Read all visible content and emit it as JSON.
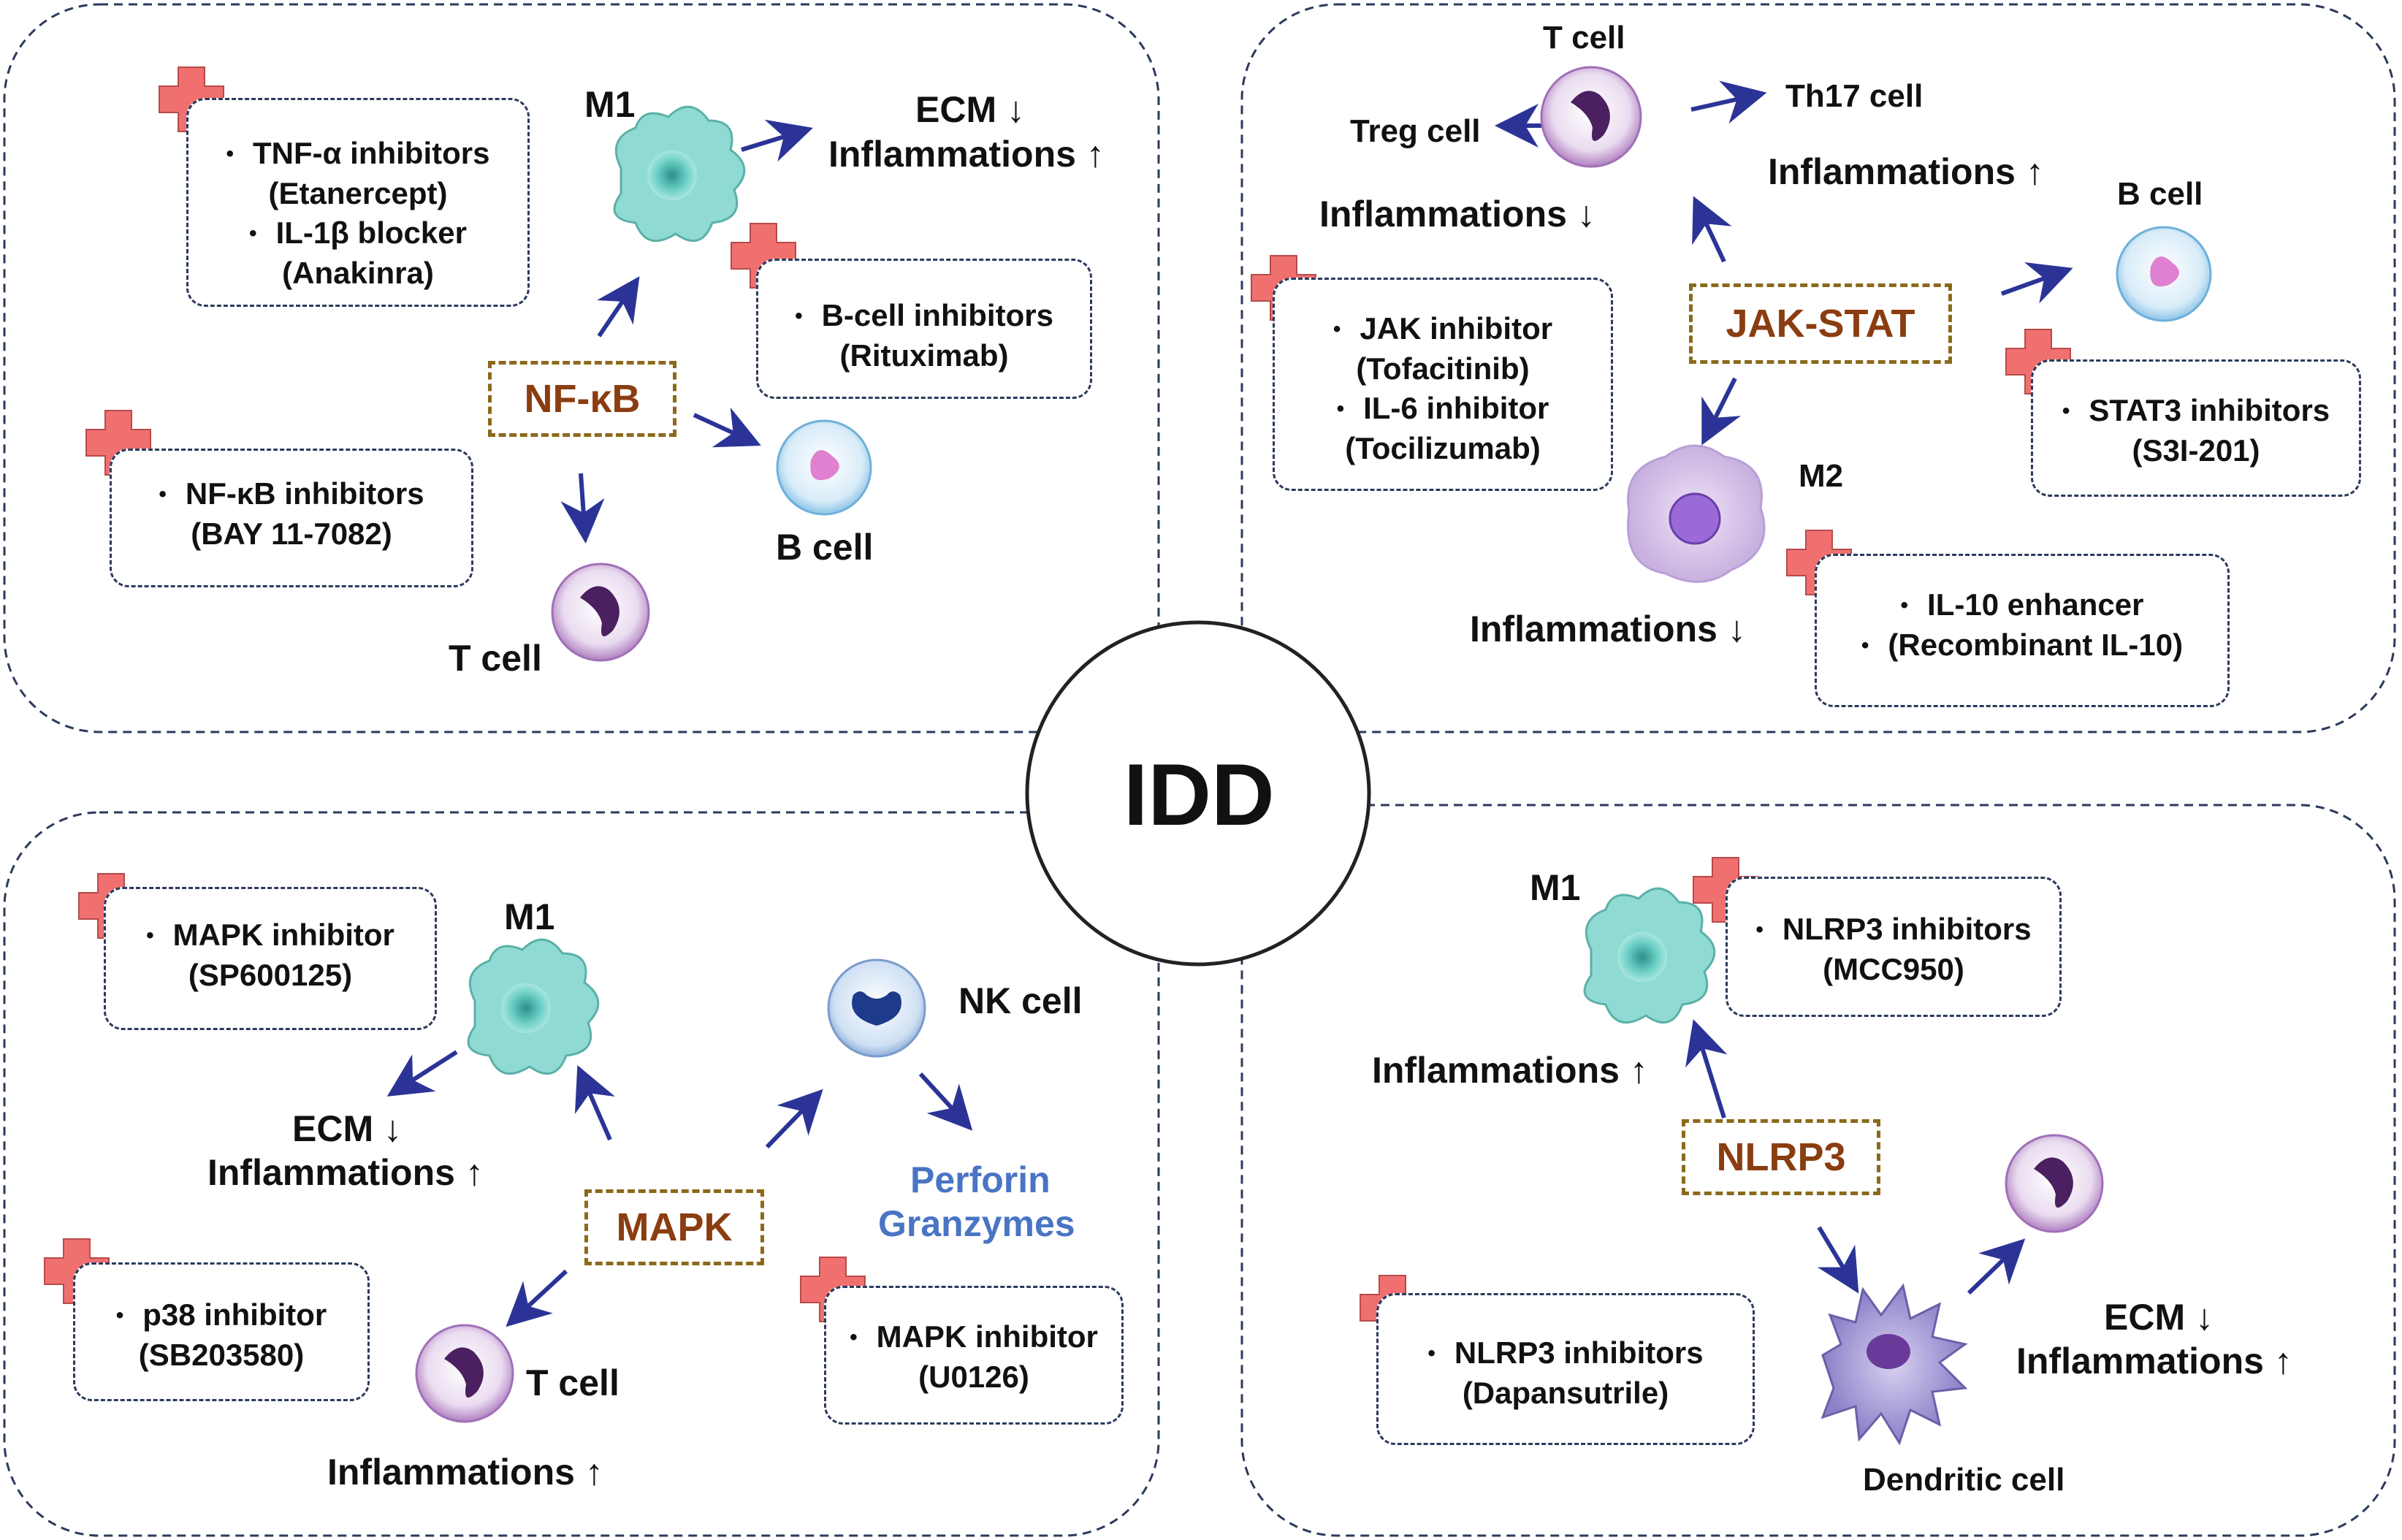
{
  "center": {
    "label": "IDD"
  },
  "nfkb": {
    "pathway": "NF-κB",
    "m1": "M1",
    "ecm": "ECM ↓",
    "inflammation": "Inflammations ↑",
    "b_cell": "B cell",
    "t_cell": "T cell",
    "box_tnf": {
      "line1": "TNF-α inhibitors",
      "line2": "(Etanercept)",
      "line3": "IL-1β blocker",
      "line4": "(Anakinra)"
    },
    "box_bcell": {
      "line1": "B-cell inhibitors",
      "line2": "(Rituximab)"
    },
    "box_nfkb": {
      "line1": "NF-κB inhibitors",
      "line2": "(BAY 11-7082)"
    }
  },
  "jakstat": {
    "pathway": "JAK-STAT",
    "t_cell": "T cell",
    "treg": "Treg cell",
    "th17": "Th17 cell",
    "inflammation_down": "Inflammations ↓",
    "inflammation_up": "Inflammations ↑",
    "b_cell": "B cell",
    "m2": "M2",
    "inflammation_down2": "Inflammations ↓",
    "box_jak": {
      "line1": "JAK inhibitor",
      "line2": "(Tofacitinib)",
      "line3": "IL-6 inhibitor",
      "line4": "(Tocilizumab)"
    },
    "box_stat3": {
      "line1": "STAT3 inhibitors",
      "line2": "(S3I-201)"
    },
    "box_il10": {
      "line1": "IL-10 enhancer",
      "line2": "(Recombinant IL-10)"
    }
  },
  "mapk": {
    "pathway": "MAPK",
    "m1": "M1",
    "ecm": "ECM ↓",
    "inflammation": "Inflammations ↑",
    "nk_cell": "NK cell",
    "perforin": "Perforin",
    "granzymes": "Granzymes",
    "t_cell": "T cell",
    "inflammation2": "Inflammations ↑",
    "box_mapk1": {
      "line1": "MAPK inhibitor",
      "line2": "(SP600125)"
    },
    "box_p38": {
      "line1": "p38 inhibitor",
      "line2": "(SB203580)"
    },
    "box_mapk2": {
      "line1": "MAPK inhibitor",
      "line2": "(U0126)"
    }
  },
  "nlrp3": {
    "pathway": "NLRP3",
    "m1": "M1",
    "inflammation": "Inflammations ↑",
    "ecm": "ECM ↓",
    "inflammation2": "Inflammations ↑",
    "dendritic": "Dendritic cell",
    "box_mcc": {
      "line1": "NLRP3 inhibitors",
      "line2": "(MCC950)"
    },
    "box_dap": {
      "line1": "NLRP3 inhibitors",
      "line2": "(Dapansutrile)"
    }
  },
  "colors": {
    "arrow": "#2b3496",
    "pathway_text": "#8a3d10",
    "cross": "#f07070",
    "perforin": "#4a74c4"
  }
}
